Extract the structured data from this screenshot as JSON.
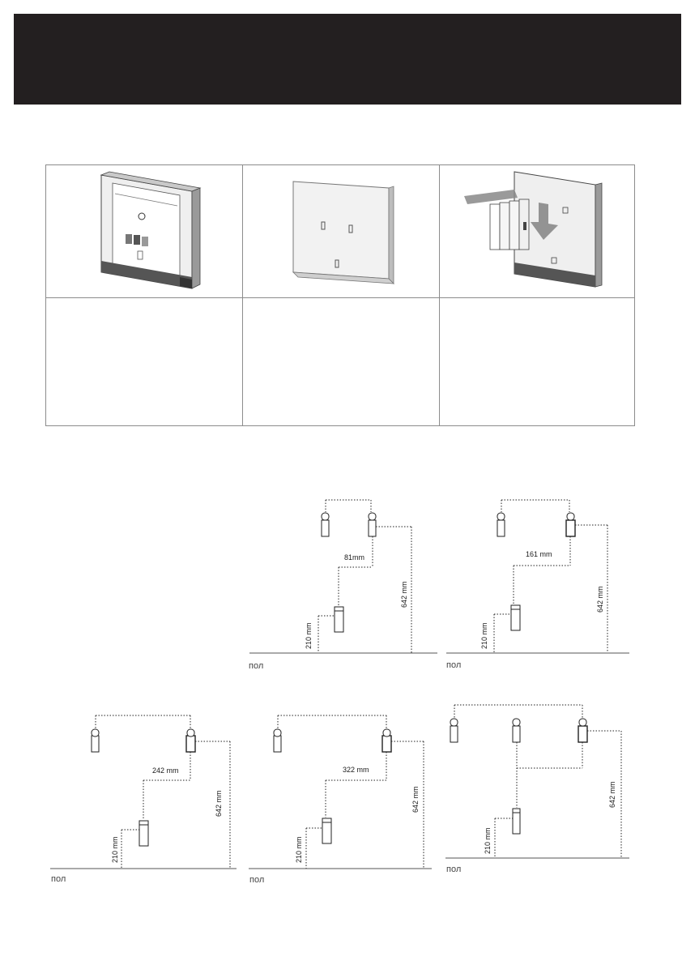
{
  "header": {
    "title": ""
  },
  "steps": [
    {
      "illustration": "wall-template-icon",
      "text": ""
    },
    {
      "illustration": "wall-brackets-icon",
      "text": ""
    },
    {
      "illustration": "mount-heater-icon",
      "text": ""
    }
  ],
  "layouts": [
    {
      "horizontal_label": "81mm",
      "height_low": "210 mm",
      "height_high": "642 mm",
      "floor": "пол"
    },
    {
      "horizontal_label": "161 mm",
      "height_low": "210 mm",
      "height_high": "642 mm",
      "floor": "пол"
    },
    {
      "horizontal_label": "242 mm",
      "height_low": "210 mm",
      "height_high": "642 mm",
      "floor": "пол"
    },
    {
      "horizontal_label": "322 mm",
      "height_low": "210 mm",
      "height_high": "642 mm",
      "floor": "пол"
    },
    {
      "horizontal_label": "",
      "height_low": "210 mm",
      "height_high": "642 mm",
      "floor": "пол"
    }
  ]
}
